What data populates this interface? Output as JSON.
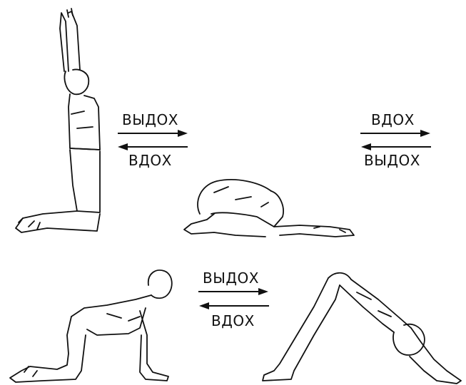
{
  "transitions": {
    "top_left": {
      "top_label": "ВЫДОХ",
      "bottom_label": "ВДОХ"
    },
    "top_right": {
      "top_label": "ВДОХ",
      "bottom_label": "ВЫДОХ"
    },
    "bottom": {
      "top_label": "ВЫДОХ",
      "bottom_label": "ВДОХ"
    }
  },
  "figures": [
    {
      "pose": "kneeling-arms-up"
    },
    {
      "pose": "child-pose"
    },
    {
      "pose": "all-fours-cat"
    },
    {
      "pose": "downward-dog"
    }
  ],
  "colors": {
    "ink": "#111111",
    "background": "#ffffff"
  }
}
